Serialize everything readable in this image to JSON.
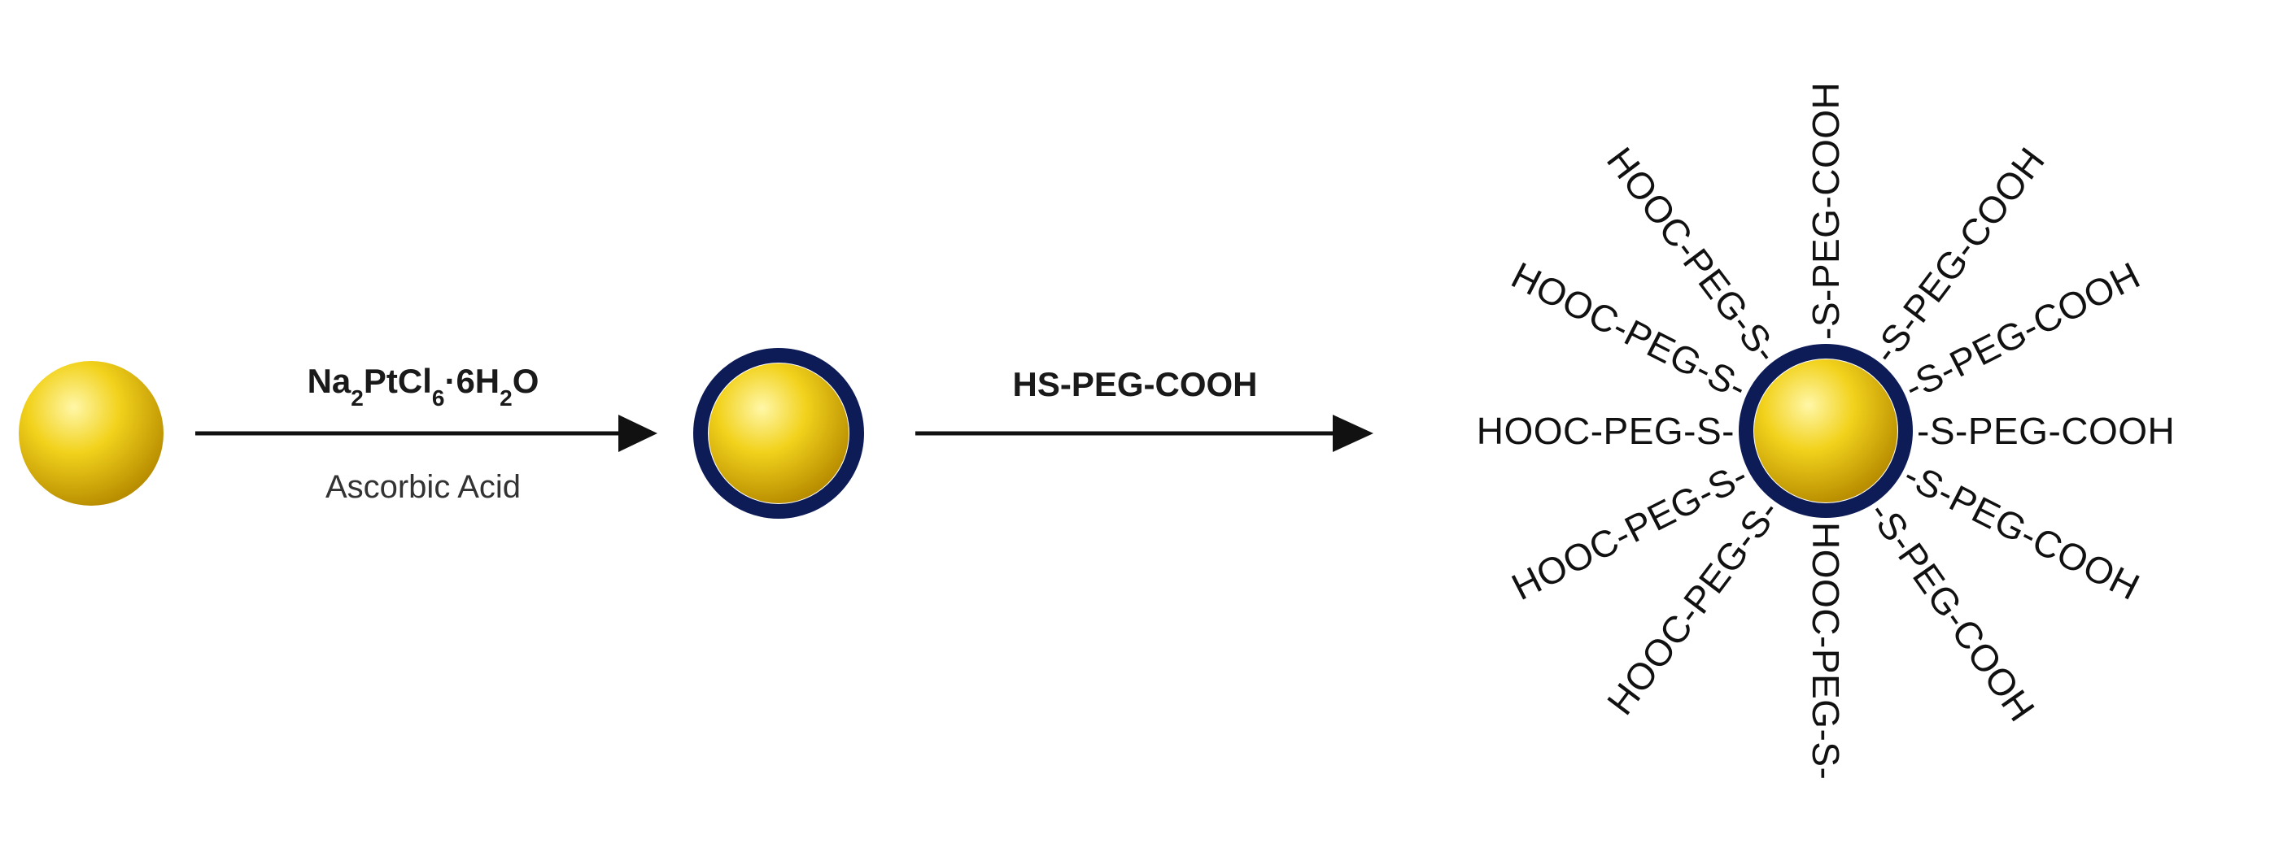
{
  "colors": {
    "gold_light": "#fff7a8",
    "gold_mid": "#f2d21c",
    "gold_dark": "#b88d00",
    "shell": "#0d1b57",
    "arrow": "#111111",
    "text": "#111111"
  },
  "step1": {
    "reagent_main": "Na",
    "reagent_sub1": "2",
    "reagent_mid": "PtCl",
    "reagent_sub2": "6",
    "reagent_dot": "·6H",
    "reagent_sub3": "2",
    "reagent_end": "O",
    "condition": "Ascorbic Acid"
  },
  "step2": {
    "reagent": "HS-PEG-COOH"
  },
  "ligands": [
    "-S-PEG-COOH",
    "-S-PEG-COOH",
    "-S-PEG-COOH",
    "-S-PEG-COOH",
    "-S-PEG-COOH",
    "-S-PEG-COOH",
    "HOOC-PEG-S-",
    "HOOC-PEG-S-",
    "HOOC-PEG-S-",
    "HOOC-PEG-S-",
    "HOOC-PEG-S-",
    "HOOC-PEG-S-"
  ]
}
